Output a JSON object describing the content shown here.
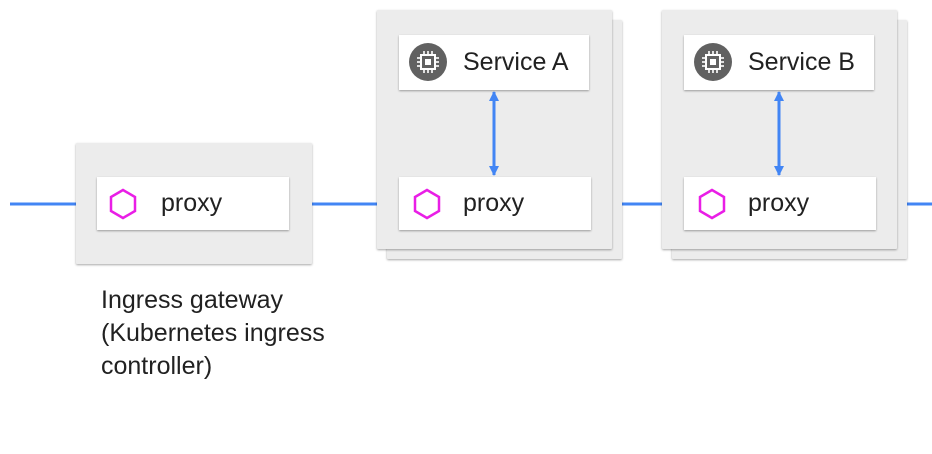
{
  "ingress": {
    "proxy_label": "proxy",
    "caption_lines": [
      "Ingress gateway",
      "(Kubernetes ingress",
      "controller)"
    ]
  },
  "service_a": {
    "name": "Service A",
    "proxy_label": "proxy"
  },
  "service_b": {
    "name": "Service B",
    "proxy_label": "proxy"
  },
  "icons": {
    "proxy": "hexagon-icon",
    "service": "chip-icon"
  },
  "colors": {
    "arrow": "#4285f4",
    "hexagon": "#e91ee6",
    "chip_bg": "#616161",
    "pod_bg": "#ececec"
  }
}
